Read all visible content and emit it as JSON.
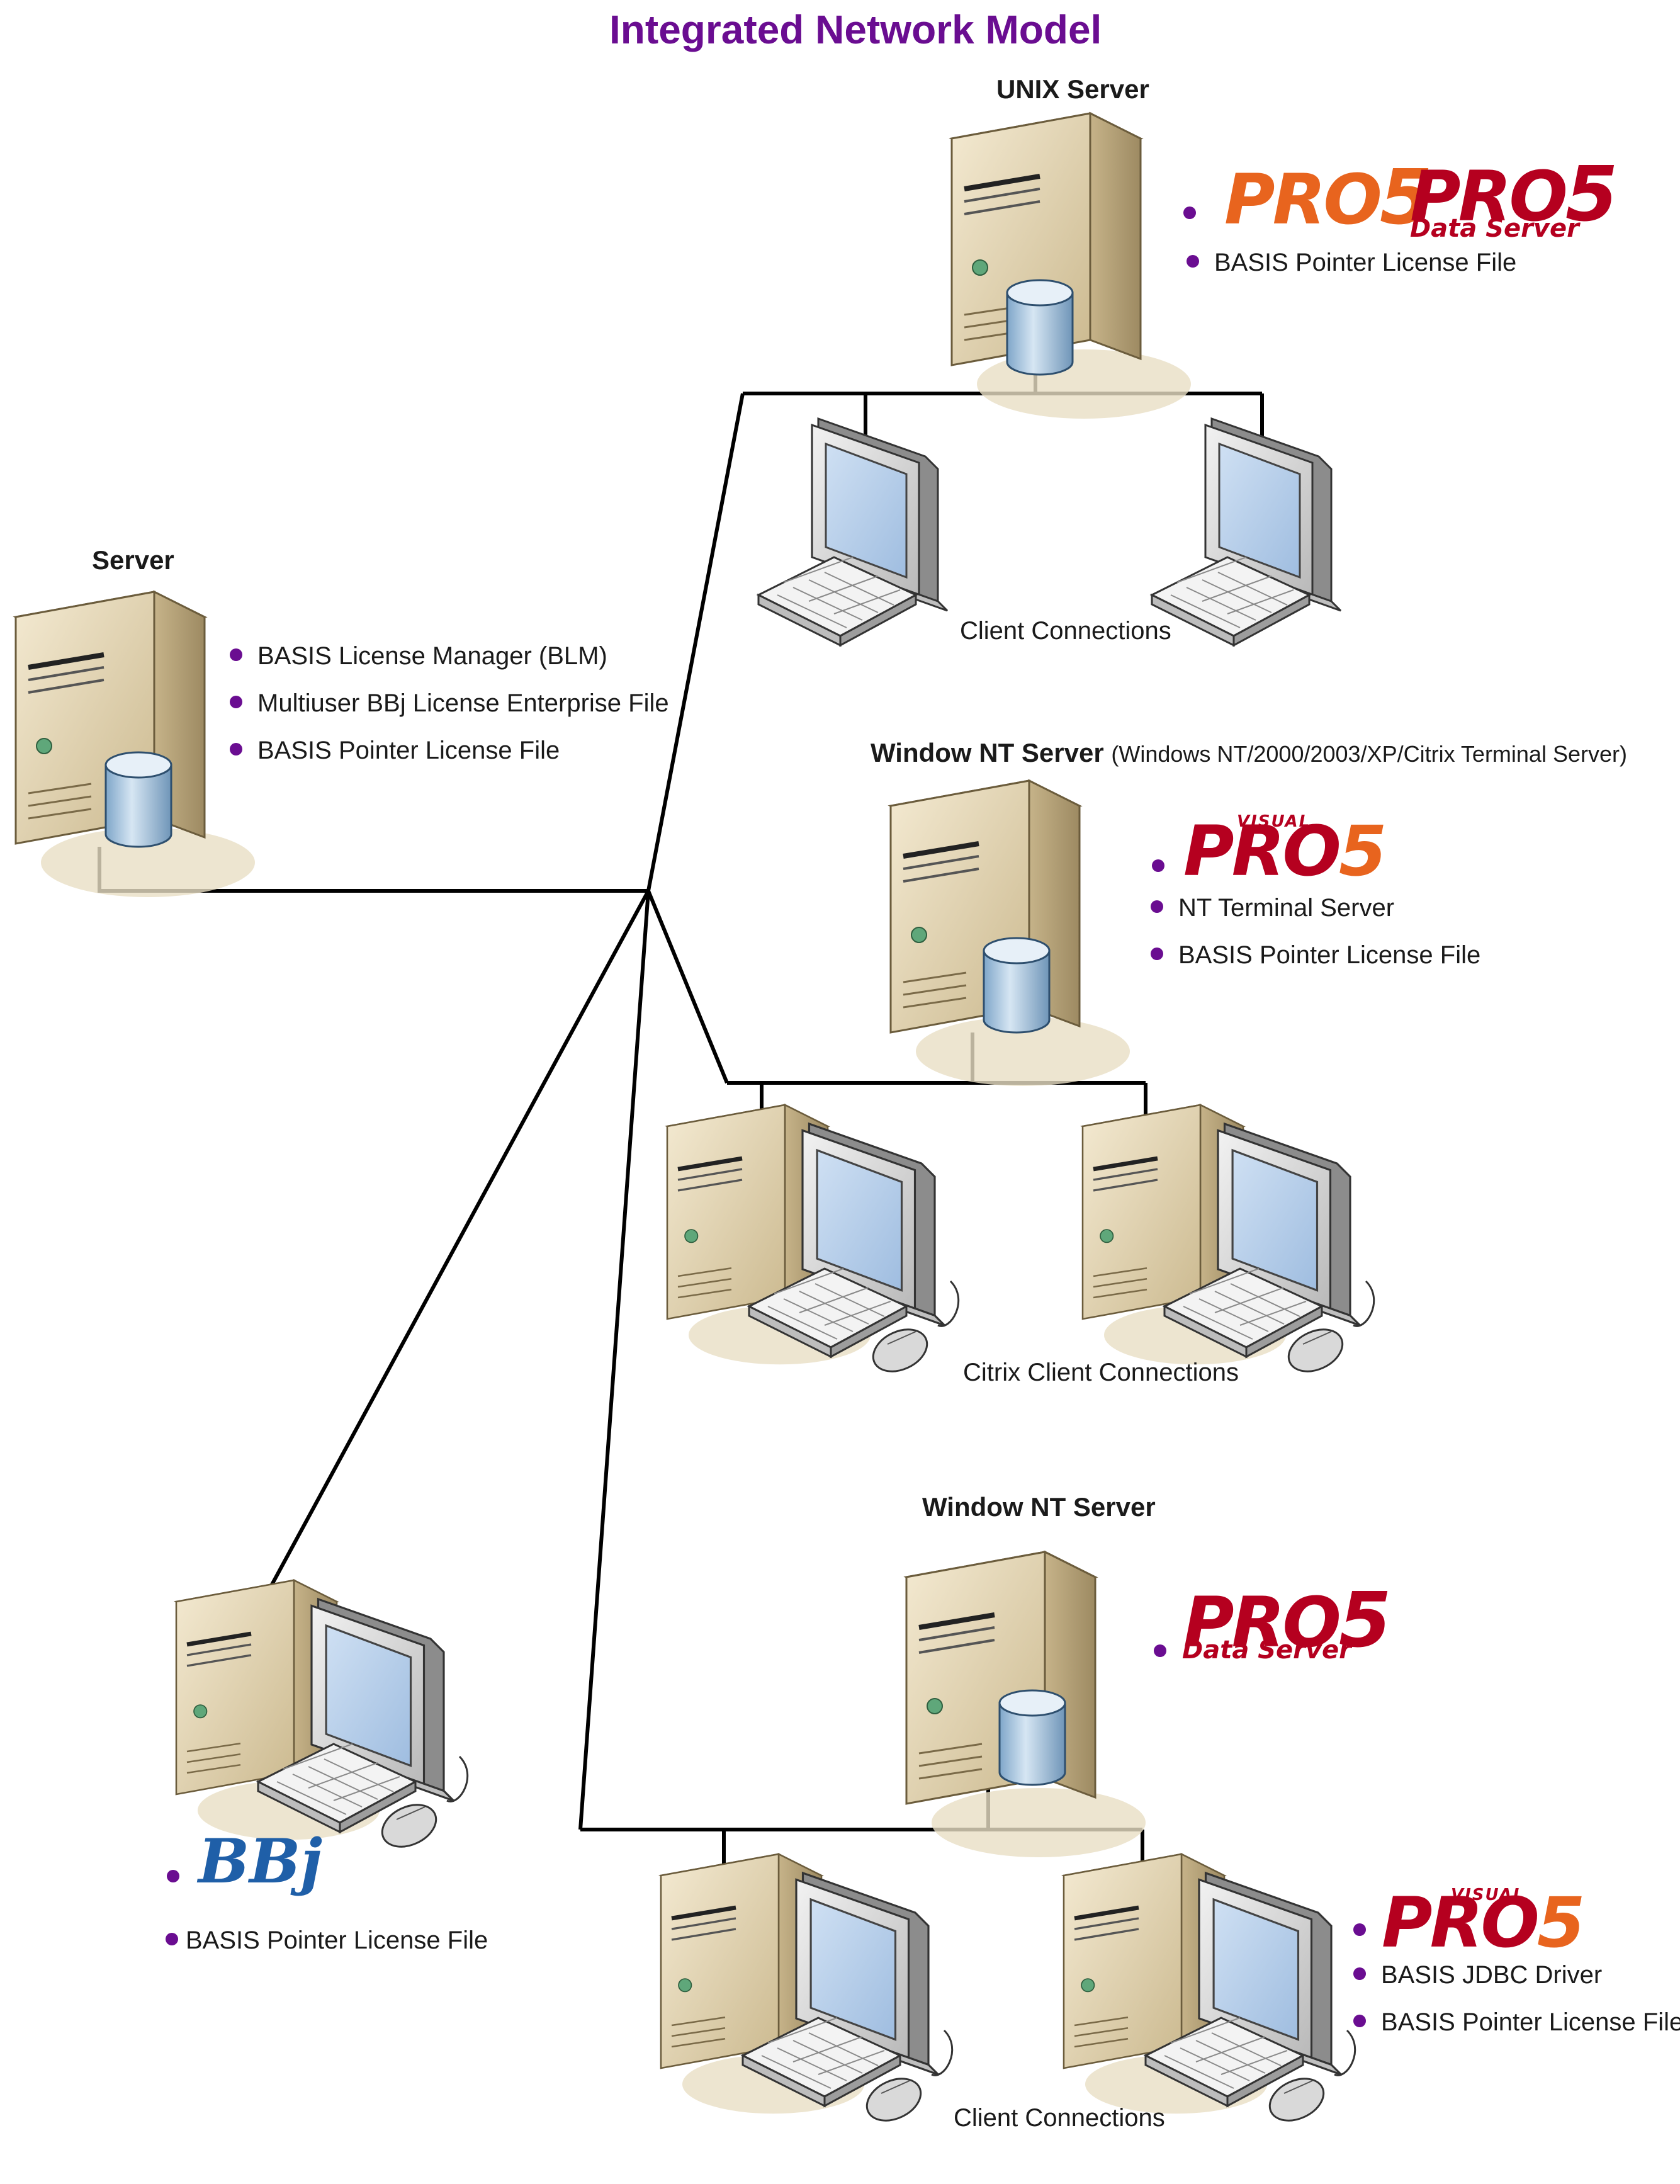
{
  "title": "Integrated Network Model",
  "unix_server": {
    "label": "UNIX Server",
    "logo1_main": "PRO",
    "logo1_num": "5",
    "logo2_main": "PRO",
    "logo2_num": "5",
    "logo2_sub": "Data Server",
    "items": [
      "BASIS Pointer License File"
    ],
    "clients_caption": "Client Connections"
  },
  "server": {
    "label": "Server",
    "items": [
      "BASIS License Manager (BLM)",
      "Multiuser BBj License Enterprise File",
      "BASIS Pointer License File"
    ]
  },
  "nt_server_1": {
    "label": "Window NT Server",
    "label_sub": "(Windows NT/2000/2003/XP/Citrix Terminal Server)",
    "logo_visual": "VISUAL",
    "logo_main": "PRO",
    "logo_num": "5",
    "items": [
      "NT Terminal Server",
      "BASIS Pointer License File"
    ],
    "clients_caption": "Citrix Client Connections"
  },
  "nt_server_2": {
    "label": "Window NT Server",
    "logo_main": "PRO",
    "logo_num": "5",
    "logo_sub": "Data Server",
    "clients_caption": "Client Connections"
  },
  "bbj_workstation": {
    "logo": "BBj",
    "items": [
      "BASIS Pointer License File"
    ]
  },
  "visual_client": {
    "logo_visual": "VISUAL",
    "logo_main": "PRO",
    "logo_num": "5",
    "items": [
      "BASIS JDBC Driver",
      "BASIS Pointer License File"
    ]
  },
  "colors": {
    "title": "#6a0d91",
    "bullet": "#6a0d91",
    "pro5_orange": "#e8641e",
    "pro5_red": "#b5001f",
    "bbj_blue": "#1f5fa8",
    "bbj_green": "#3a8f3a"
  },
  "icons": [
    "tower-server-icon",
    "database-cylinder-icon",
    "crt-monitor-icon",
    "keyboard-icon",
    "mouse-icon",
    "desktop-workstation-icon"
  ]
}
